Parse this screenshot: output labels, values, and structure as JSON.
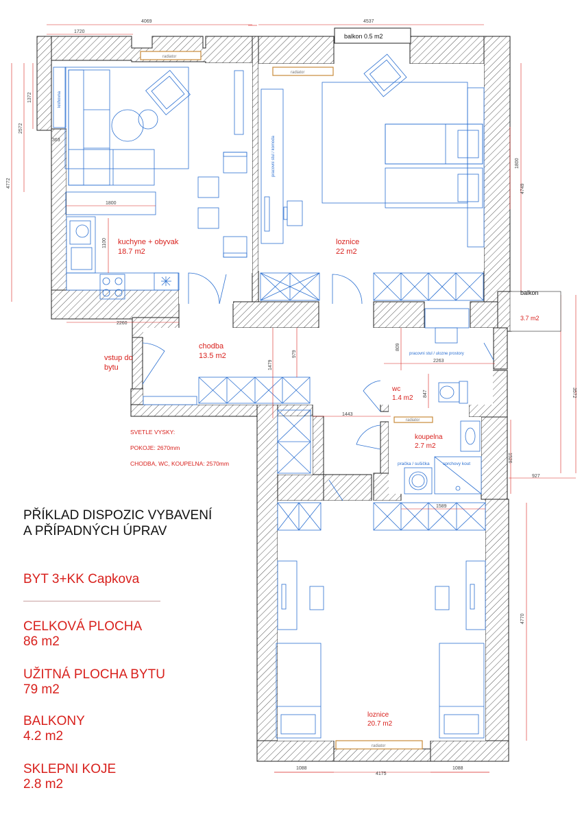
{
  "colors": {
    "wall_hatch": "#555555",
    "accent_red": "#d8201c",
    "furniture_blue": "#2a6fd1",
    "radiator": "#c88a3a",
    "dimension_line": "#d8201c"
  },
  "rooms": {
    "kitchen": {
      "name": "kuchyne + obyvak",
      "area": "18.7 m2"
    },
    "bedroom1": {
      "name": "loznice",
      "area": "22 m2"
    },
    "hall": {
      "name": "chodba",
      "area": "13.5 m2"
    },
    "wc": {
      "name": "wc",
      "area": "1.4 m2"
    },
    "bath": {
      "name": "koupelna",
      "area": "2.7 m2"
    },
    "bedroom2": {
      "name": "loznice",
      "area": "20.7 m2"
    },
    "entry": {
      "line1": "vstup do",
      "line2": "bytu"
    }
  },
  "balconies": {
    "top": "balkon 0.5 m2",
    "side_name": "balkon",
    "side_area": "3.7 m2"
  },
  "furniture": {
    "knihovna": "knihovna",
    "desk": "pracovni stul / komoda",
    "desk_storage": "pracovni stul / ulozne prostory",
    "washer": "pračka / sušička",
    "shower": "sprchovy kout",
    "radiator": "radiator"
  },
  "notes": {
    "heading": "SVETLE VYSKY:",
    "rooms": "POKOJE: 2670mm",
    "hall": "CHODBA, WC, KOUPELNA: 2570mm"
  },
  "dimensions": {
    "d4069": "4069",
    "d1720": "1720",
    "d4537": "4537",
    "d1372": "1372",
    "d2572": "2572",
    "d4772": "4772",
    "d363": "363",
    "d1800h": "1800",
    "d1100": "1100",
    "d2260": "2260",
    "d1800v": "1800",
    "d4749": "4749",
    "d1479": "1479",
    "d979": "979",
    "d809": "809",
    "d2263": "2263",
    "d847": "847",
    "d1443": "1443",
    "d3572": "3572",
    "d1526": "1526",
    "d927": "927",
    "d1589": "1589",
    "d4770": "4770",
    "d1088a": "1088",
    "d4175": "4175",
    "d1088b": "1088"
  },
  "info": {
    "title_line1": "PŘÍKLAD DISPOZIC VYBAVENÍ",
    "title_line2": "A PŘÍPADNÝCH ÚPRAV",
    "apartment": "BYT 3+KK Capkova",
    "total_label": "CELKOVÁ PLOCHA",
    "total_value": "86 m2",
    "usable_label": "UŽITNÁ PLOCHA BYTU",
    "usable_value": "79 m2",
    "balconies_label": "BALKONY",
    "balconies_value": "4.2 m2",
    "cellar_label": "SKLEPNI KOJE",
    "cellar_value": "2.8 m2"
  }
}
